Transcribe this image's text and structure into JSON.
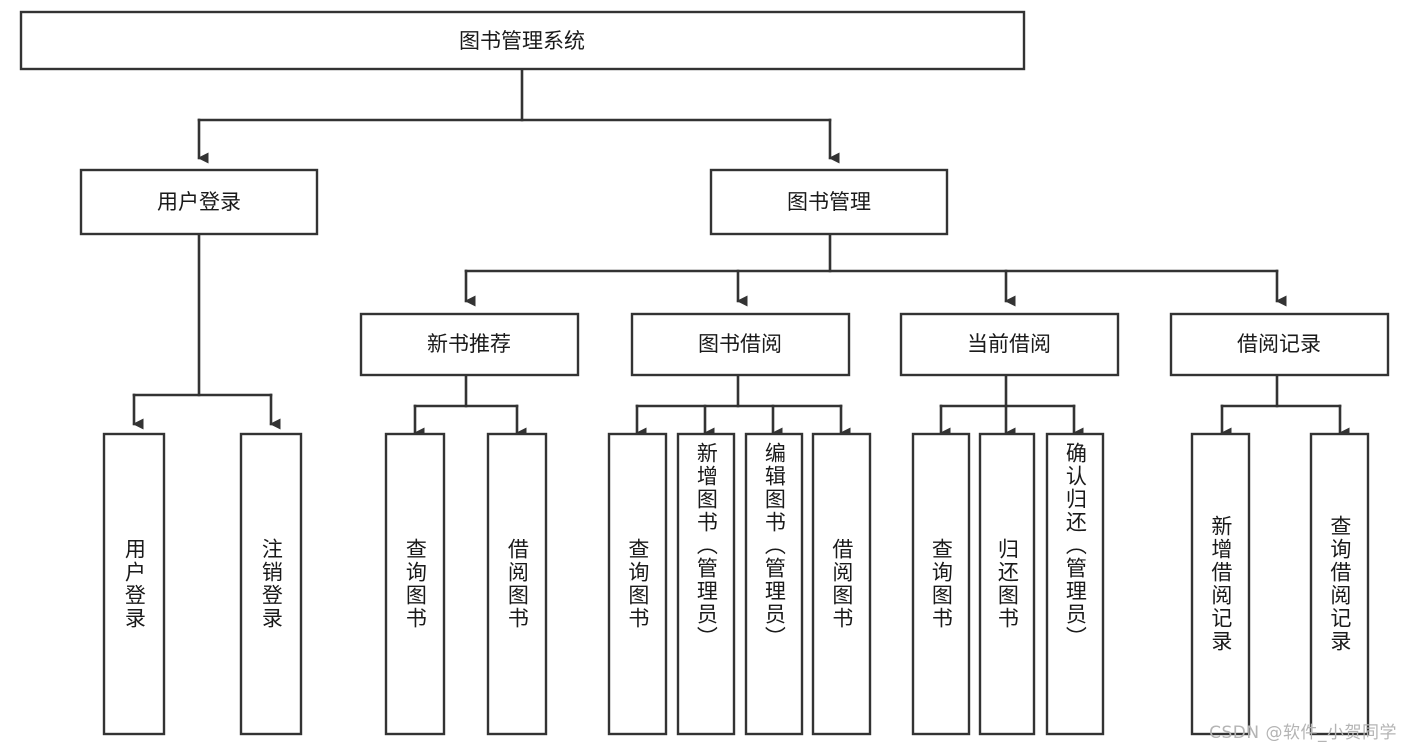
{
  "diagram": {
    "title": "图书管理系统",
    "type": "tree-hierarchy-diagram",
    "root": {
      "label": "图书管理系统"
    },
    "level2": [
      {
        "label": "用户登录"
      },
      {
        "label": "图书管理"
      }
    ],
    "level3": [
      {
        "label": "新书推荐"
      },
      {
        "label": "图书借阅"
      },
      {
        "label": "当前借阅"
      },
      {
        "label": "借阅记录"
      }
    ],
    "leaves": {
      "user_login": [
        {
          "label": "用户登录"
        },
        {
          "label": "注销登录"
        }
      ],
      "new_book_recommend": [
        {
          "label": "查询图书"
        },
        {
          "label": "借阅图书"
        }
      ],
      "book_borrow": [
        {
          "label": "查询图书"
        },
        {
          "label": "新增图书（管理员）"
        },
        {
          "label": "编辑图书（管理员）"
        },
        {
          "label": "借阅图书"
        }
      ],
      "current_borrow": [
        {
          "label": "查询图书"
        },
        {
          "label": "归还图书"
        },
        {
          "label": "确认归还（管理员）"
        }
      ],
      "borrow_record": [
        {
          "label": "新增借阅记录"
        },
        {
          "label": "查询借阅记录"
        }
      ]
    },
    "colors": {
      "box_border": "#333333",
      "box_fill": "#ffffff",
      "text": "#1a1a1a",
      "connector": "#333333",
      "watermark": "#b4b4b4",
      "background": "#ffffff"
    }
  },
  "watermark": {
    "text": "CSDN @软件_小贺同学"
  }
}
